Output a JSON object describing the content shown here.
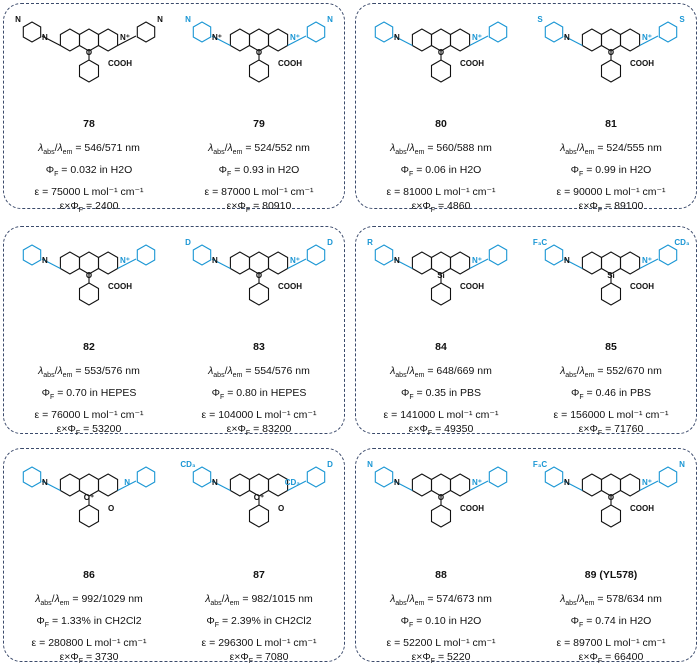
{
  "colors": {
    "accent": "#1a96d4",
    "border": "#3b4a6b",
    "text": "#111111"
  },
  "units": {
    "nm": "nm",
    "eps_unit": "L mol⁻¹ cm⁻¹",
    "in": "in"
  },
  "panels": [
    {
      "compounds": [
        {
          "id": "78",
          "abs": "546",
          "em": "571",
          "phi": "0.032",
          "solvent": "H2O",
          "eps": "75000",
          "product": "2400",
          "labels": [
            "N",
            "N",
            "N",
            "N⁺",
            "O",
            "COOH"
          ]
        },
        {
          "id": "79",
          "abs": "524",
          "em": "552",
          "phi": "0.93",
          "solvent": "H2O",
          "eps": "87000",
          "product": "80910",
          "labels": [
            "N⁺",
            "N",
            "N",
            "N⁺",
            "O",
            "COOH"
          ]
        }
      ]
    },
    {
      "compounds": [
        {
          "id": "80",
          "abs": "560",
          "em": "588",
          "phi": "0.06",
          "solvent": "H2O",
          "eps": "81000",
          "product": "4860",
          "labels": [
            "N",
            "",
            "",
            "N⁺",
            "O",
            "COOH"
          ]
        },
        {
          "id": "81",
          "abs": "524",
          "em": "555",
          "phi": "0.99",
          "solvent": "H2O",
          "eps": "90000",
          "product": "89100",
          "labels": [
            "N",
            "S",
            "S",
            "N⁺",
            "O",
            "COOH"
          ]
        }
      ]
    },
    {
      "compounds": [
        {
          "id": "82",
          "abs": "553",
          "em": "576",
          "phi": "0.70",
          "solvent": "HEPES",
          "eps": "76000",
          "product": "53200",
          "labels": [
            "N",
            "",
            "",
            "N⁺",
            "O",
            "COOH"
          ]
        },
        {
          "id": "83",
          "abs": "554",
          "em": "576",
          "phi": "0.80",
          "solvent": "HEPES",
          "eps": "104000",
          "product": "83200",
          "labels": [
            "N",
            "D",
            "D",
            "N⁺",
            "O",
            "COOH"
          ]
        }
      ]
    },
    {
      "compounds": [
        {
          "id": "84",
          "abs": "648",
          "em": "669",
          "phi": "0.35",
          "solvent": "PBS",
          "eps": "141000",
          "product": "49350",
          "labels": [
            "N",
            "R",
            "",
            "N⁺",
            "Si",
            "COOH"
          ]
        },
        {
          "id": "85",
          "abs": "552",
          "em": "670",
          "phi": "0.46",
          "solvent": "PBS",
          "eps": "156000",
          "product": "71760",
          "labels": [
            "N",
            "F₃C",
            "CD₃",
            "N⁺",
            "Si",
            "COOH"
          ]
        }
      ]
    },
    {
      "compounds": [
        {
          "id": "86",
          "abs": "992",
          "em": "1029",
          "phi": "1.33%",
          "solvent": "CH2Cl2",
          "eps": "280800",
          "product": "3730",
          "labels": [
            "N",
            "",
            "",
            "N",
            "O⁺",
            "O"
          ]
        },
        {
          "id": "87",
          "abs": "982",
          "em": "1015",
          "phi": "2.39%",
          "solvent": "CH2Cl2",
          "eps": "296300",
          "product": "7080",
          "labels": [
            "N",
            "CD₃",
            "D",
            "CD₃",
            "O⁺",
            "O"
          ]
        }
      ]
    },
    {
      "compounds": [
        {
          "id": "88",
          "abs": "574",
          "em": "673",
          "phi": "0.10",
          "solvent": "H2O",
          "eps": "52200",
          "product": "5220",
          "labels": [
            "N",
            "N",
            "",
            "N⁺",
            "O",
            "COOH"
          ]
        },
        {
          "id": "89 (YL578)",
          "abs": "578",
          "em": "634",
          "phi": "0.74",
          "solvent": "H2O",
          "eps": "89700",
          "product": "66400",
          "labels": [
            "N",
            "F₃C",
            "N",
            "N⁺",
            "O",
            "COOH"
          ]
        }
      ]
    }
  ]
}
